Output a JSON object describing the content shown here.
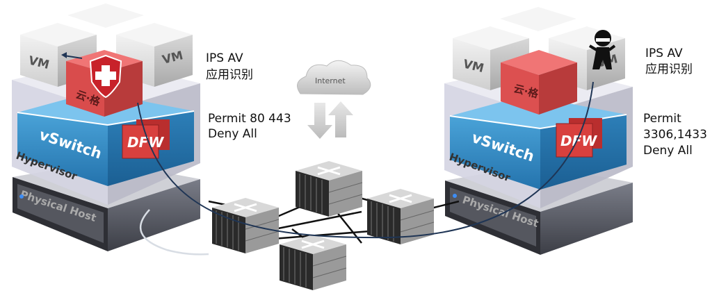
{
  "left_host": {
    "vm_labels": [
      "VM",
      "VM"
    ],
    "security_box_label": "云·格",
    "security_box_icon": "shield-cross-icon",
    "firewall_label": "DFW",
    "vswitch_label": "vSwitch",
    "hypervisor_label": "Hypervisor",
    "physical_host_label": "Physical Host",
    "notes": {
      "ips": "IPS AV",
      "app_id": "应用识别",
      "permit": "Permit 80 443",
      "deny": "Deny All"
    }
  },
  "right_host": {
    "vm_labels": [
      "VM",
      "VM"
    ],
    "security_box_label": "云·格",
    "attacker_icon": "hacker-icon",
    "firewall_label": "DFW",
    "vswitch_label": "vSwitch",
    "hypervisor_label": "Hypervisor",
    "physical_host_label": "Physical Host",
    "notes": {
      "ips": "IPS AV",
      "app_id": "应用识别",
      "permit_line1": "Permit",
      "permit_line2": "3306,1433",
      "deny": "Deny All"
    }
  },
  "internet": {
    "label": "Internet",
    "icon": "cloud-icon"
  },
  "colors": {
    "vswitch": "#2f86c0",
    "security": "#e05555",
    "traffic_path": "#1f3555"
  }
}
